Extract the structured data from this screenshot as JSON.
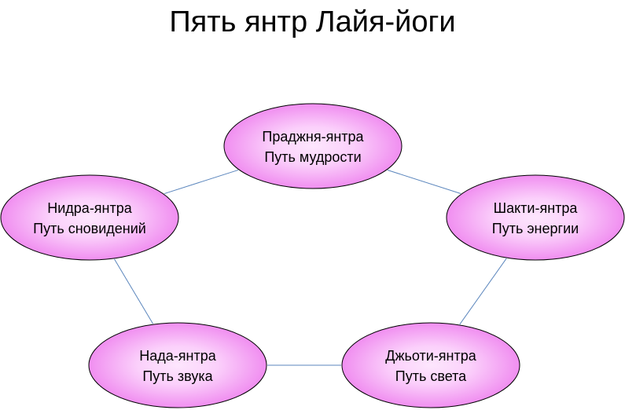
{
  "title": "Пять янтр Лайя-йоги",
  "colors": {
    "edge": "#5b86bd",
    "node_fill_center": "#fde6fd",
    "node_fill_edge": "#f08ef0",
    "node_stroke": "#000000"
  },
  "nodes": [
    {
      "id": "pradzhnya",
      "name": "Праджня-янтра",
      "path": "Путь мудрости"
    },
    {
      "id": "shakti",
      "name": "Шакти-янтра",
      "path": "Путь энергии"
    },
    {
      "id": "dzhyoti",
      "name": "Джьоти-янтра",
      "path": "Путь света"
    },
    {
      "id": "nada",
      "name": "Нада-янтра",
      "path": "Путь звука"
    },
    {
      "id": "nidra",
      "name": "Нидра-янтра",
      "path": "Путь сновидений"
    }
  ],
  "edges": [
    [
      "pradzhnya",
      "shakti"
    ],
    [
      "shakti",
      "dzhyoti"
    ],
    [
      "dzhyoti",
      "nada"
    ],
    [
      "nada",
      "nidra"
    ],
    [
      "nidra",
      "pradzhnya"
    ]
  ]
}
